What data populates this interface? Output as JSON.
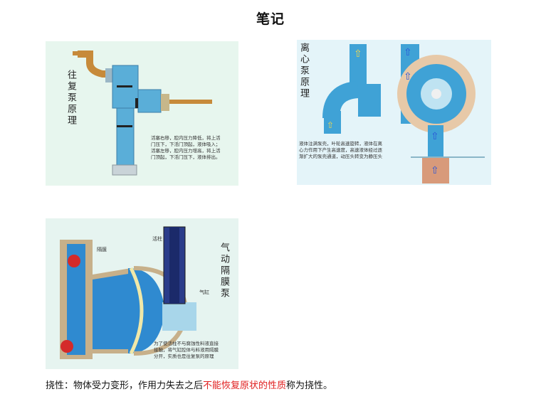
{
  "page": {
    "title": "笔记"
  },
  "figures": [
    {
      "id": "reciprocating",
      "label": "往复泵原理",
      "caption": [
        "活塞右移，腔内压力降低，将上活",
        "门压下，下活门顶起，液体吸入；",
        "活塞左移，腔内压力增高，将上活",
        "门顶起，下活门压下，液体排出。"
      ]
    },
    {
      "id": "centrifugal",
      "label": "离心泵原理",
      "caption": [
        "液体注满泵壳，叶轮高速旋转，液体在离",
        "心力作用下产生高速度，高速液体经过逐",
        "渐扩大的泵壳通道，动压头转变为静压头"
      ]
    },
    {
      "id": "diaphragm",
      "label": "气动隔膜泵",
      "tags": {
        "piston": "活柱",
        "diaphragm": "隔膜",
        "cylinder": "气缸"
      },
      "caption": [
        "为了使活柱不与腐蚀性料液直接",
        "接触，将气缸腔体与料液用隔膜",
        "分开，实质也是往复泵的原理"
      ]
    }
  ],
  "note": {
    "prefix": "挠性：物体受力变形，作用力失去之后",
    "highlight": "不能恢复原状的性质",
    "suffix": "称为挠性。"
  },
  "colors": {
    "highlight": "#e02020",
    "pipe": "#5aaed8",
    "copper": "#c78a3a"
  }
}
